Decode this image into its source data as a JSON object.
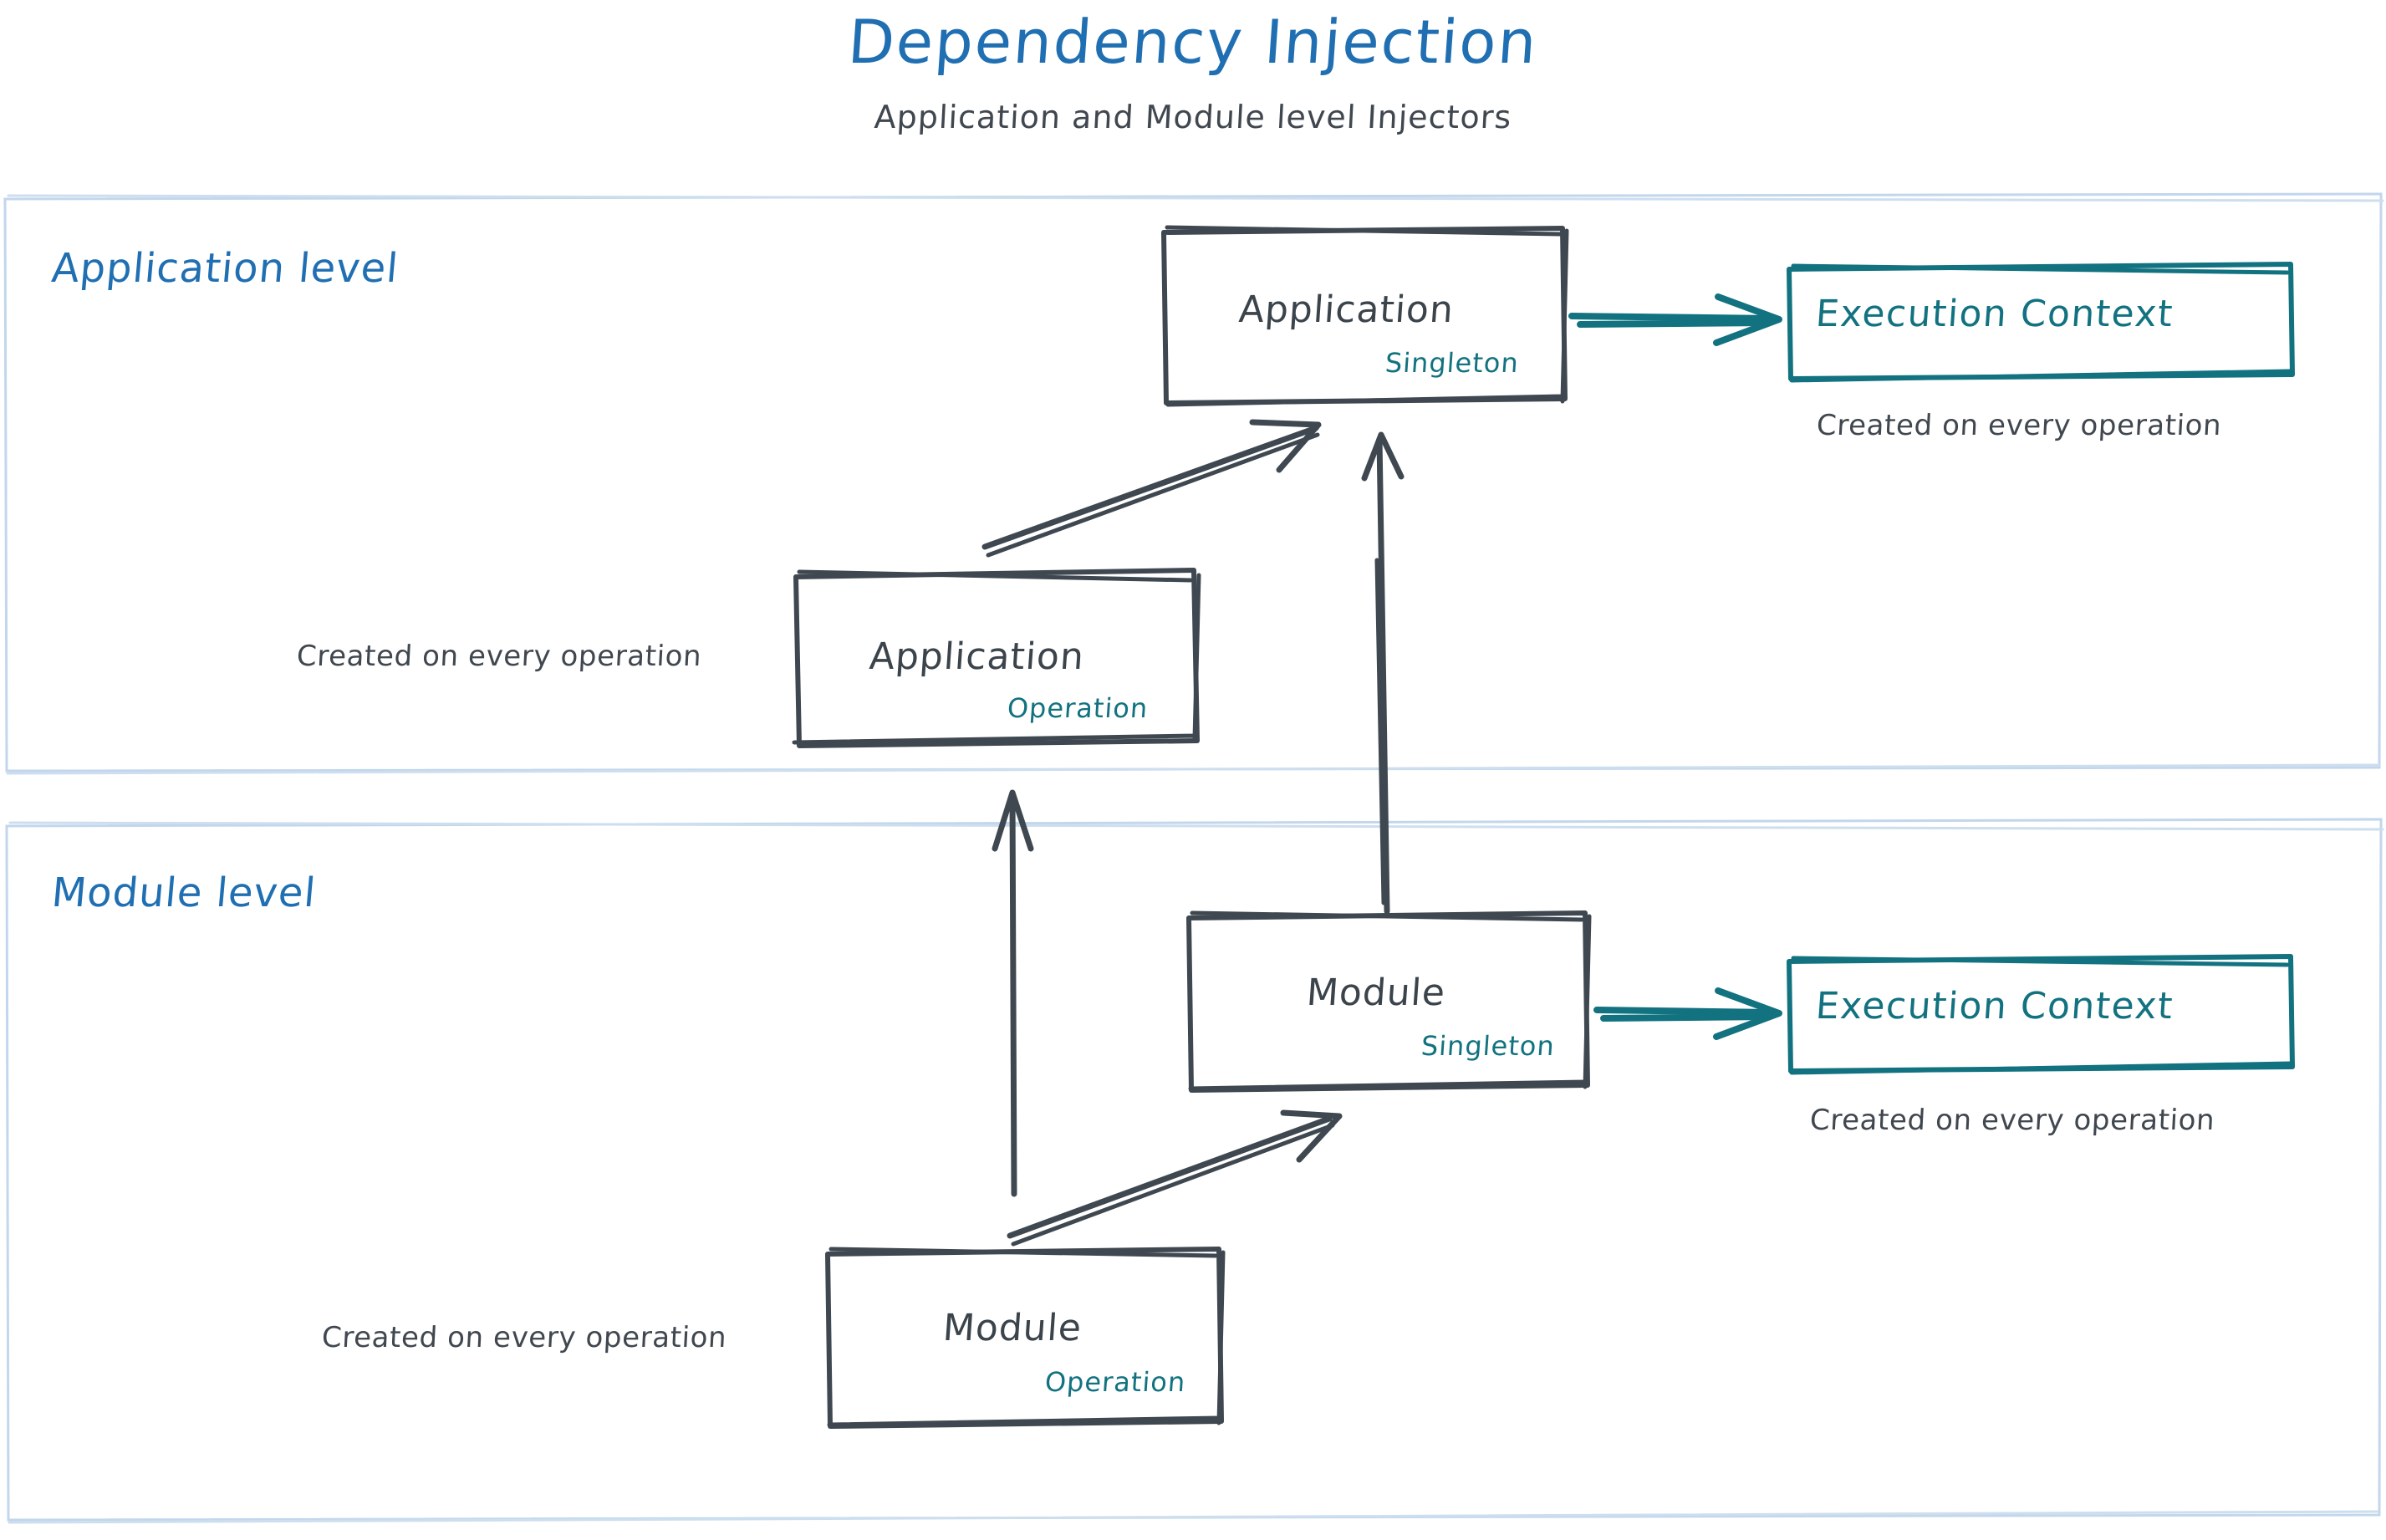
{
  "header": {
    "title": "Dependency Injection",
    "subtitle": "Application and Module level Injectors"
  },
  "colors": {
    "title_blue": "#1F6FB2",
    "lane_label_blue": "#1F6FB2",
    "lane_border_blue": "#bcd2ea",
    "node_stroke_gray": "#3f4850",
    "node_text_gray": "#3b434b",
    "scope_teal": "#127280",
    "execution_context_teal": "#127280",
    "caption_gray": "#40474f",
    "background": "#ffffff"
  },
  "lanes": [
    {
      "id": "application-level",
      "label": "Application level",
      "nodes": [
        {
          "id": "application-singleton",
          "title": "Application",
          "scope": "Singleton"
        },
        {
          "id": "application-operation",
          "title": "Application",
          "scope": "Operation",
          "caption": "Created on every operation"
        },
        {
          "id": "execution-context-application",
          "title": "Execution Context",
          "caption": "Created on every operation"
        }
      ]
    },
    {
      "id": "module-level",
      "label": "Module level",
      "nodes": [
        {
          "id": "module-singleton",
          "title": "Module",
          "scope": "Singleton"
        },
        {
          "id": "module-operation",
          "title": "Module",
          "scope": "Operation",
          "caption": "Created on every operation"
        },
        {
          "id": "execution-context-module",
          "title": "Execution Context",
          "caption": "Created on every operation"
        }
      ]
    }
  ],
  "edges": [
    {
      "id": "app-operation-to-app-singleton",
      "from": "application-operation",
      "to": "application-singleton",
      "style": "gray-arrow-diagonal"
    },
    {
      "id": "app-singleton-to-execution-context",
      "from": "application-singleton",
      "to": "execution-context-application",
      "style": "teal-arrow-horizontal"
    },
    {
      "id": "module-singleton-to-app-singleton",
      "from": "module-singleton",
      "to": "application-singleton",
      "style": "gray-arrow-vertical"
    },
    {
      "id": "module-operation-to-app-operation",
      "from": "module-operation",
      "to": "application-operation",
      "style": "gray-arrow-vertical"
    },
    {
      "id": "module-operation-to-module-singleton",
      "from": "module-operation",
      "to": "module-singleton",
      "style": "gray-arrow-diagonal"
    },
    {
      "id": "module-singleton-to-execution-context",
      "from": "module-singleton",
      "to": "execution-context-module",
      "style": "teal-arrow-horizontal"
    }
  ]
}
